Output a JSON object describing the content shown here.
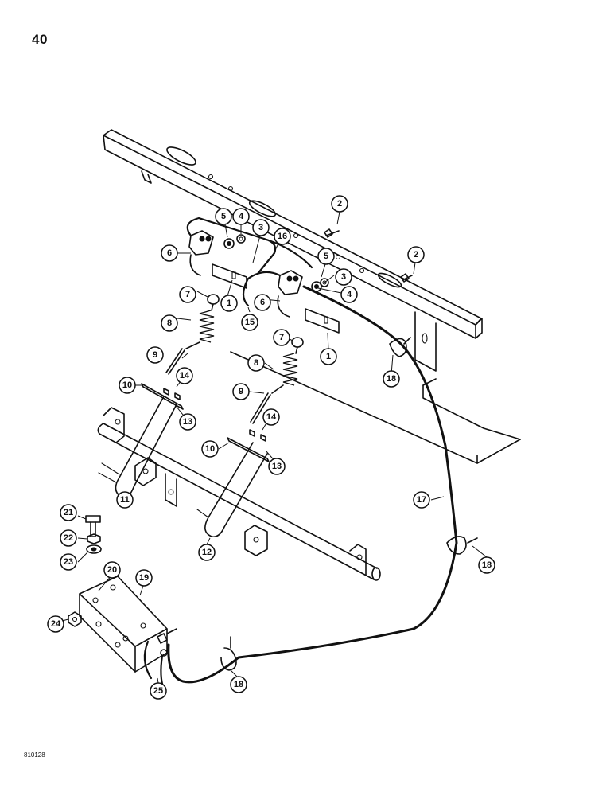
{
  "page": {
    "number": "40",
    "drawing_code": "810128"
  },
  "callouts": [
    {
      "id": "c1a",
      "label": "1"
    },
    {
      "id": "c1b",
      "label": "1"
    },
    {
      "id": "c2a",
      "label": "2"
    },
    {
      "id": "c2b",
      "label": "2"
    },
    {
      "id": "c3a",
      "label": "3"
    },
    {
      "id": "c3b",
      "label": "3"
    },
    {
      "id": "c4a",
      "label": "4"
    },
    {
      "id": "c4b",
      "label": "4"
    },
    {
      "id": "c5a",
      "label": "5"
    },
    {
      "id": "c5b",
      "label": "5"
    },
    {
      "id": "c6a",
      "label": "6"
    },
    {
      "id": "c6b",
      "label": "6"
    },
    {
      "id": "c7a",
      "label": "7"
    },
    {
      "id": "c7b",
      "label": "7"
    },
    {
      "id": "c8a",
      "label": "8"
    },
    {
      "id": "c8b",
      "label": "8"
    },
    {
      "id": "c9a",
      "label": "9"
    },
    {
      "id": "c9b",
      "label": "9"
    },
    {
      "id": "c10a",
      "label": "10"
    },
    {
      "id": "c10b",
      "label": "10"
    },
    {
      "id": "c11",
      "label": "11"
    },
    {
      "id": "c12",
      "label": "12"
    },
    {
      "id": "c13a",
      "label": "13"
    },
    {
      "id": "c13b",
      "label": "13"
    },
    {
      "id": "c14a",
      "label": "14"
    },
    {
      "id": "c14b",
      "label": "14"
    },
    {
      "id": "c15",
      "label": "15"
    },
    {
      "id": "c16",
      "label": "16"
    },
    {
      "id": "c17",
      "label": "17"
    },
    {
      "id": "c18a",
      "label": "18"
    },
    {
      "id": "c18b",
      "label": "18"
    },
    {
      "id": "c18c",
      "label": "18"
    },
    {
      "id": "c19",
      "label": "19"
    },
    {
      "id": "c20",
      "label": "20"
    },
    {
      "id": "c21",
      "label": "21"
    },
    {
      "id": "c22",
      "label": "22"
    },
    {
      "id": "c23",
      "label": "23"
    },
    {
      "id": "c24",
      "label": "24"
    },
    {
      "id": "c25",
      "label": "25"
    }
  ]
}
